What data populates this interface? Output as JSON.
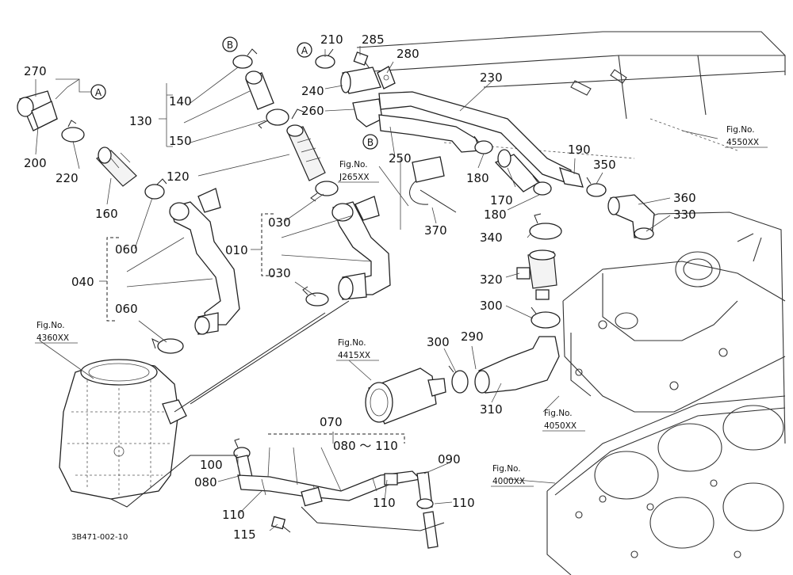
{
  "callouts": {
    "c270": "270",
    "c200": "200",
    "c220": "220",
    "c160": "160",
    "c140": "140",
    "c130": "130",
    "c150": "150",
    "c120": "120",
    "c060a": "060",
    "c040": "040",
    "c060b": "060",
    "c030a": "030",
    "c010": "010",
    "c030b": "030",
    "c210": "210",
    "c285": "285",
    "c280": "280",
    "c240": "240",
    "c260": "260",
    "c230": "230",
    "c250": "250",
    "c180a": "180",
    "c170": "170",
    "c180b": "180",
    "c190": "190",
    "c350": "350",
    "c360": "360",
    "c330": "330",
    "c370": "370",
    "c340": "340",
    "c320": "320",
    "c300a": "300",
    "c300b": "300",
    "c290": "290",
    "c310": "310",
    "c070": "070",
    "c080_110": "080 ～ 110",
    "c090": "090",
    "c100": "100",
    "c080": "080",
    "c110a": "110",
    "c110b": "110",
    "c110c": "110",
    "c115": "115"
  },
  "markers": {
    "A": "A",
    "B": "B"
  },
  "figure_refs": {
    "f4550_label": "Fig.No.",
    "f4550": "4550XX",
    "fJ265_label": "Fig.No.",
    "fJ265": "J265XX",
    "f4360_label": "Fig.No.",
    "f4360": "4360XX",
    "f4415_label": "Fig.No.",
    "f4415": "4415XX",
    "f4050_label": "Fig.No.",
    "f4050": "4050XX",
    "f4000_label": "Fig.No.",
    "f4000": "4000XX"
  },
  "drawing_code": "3B471-002-10"
}
